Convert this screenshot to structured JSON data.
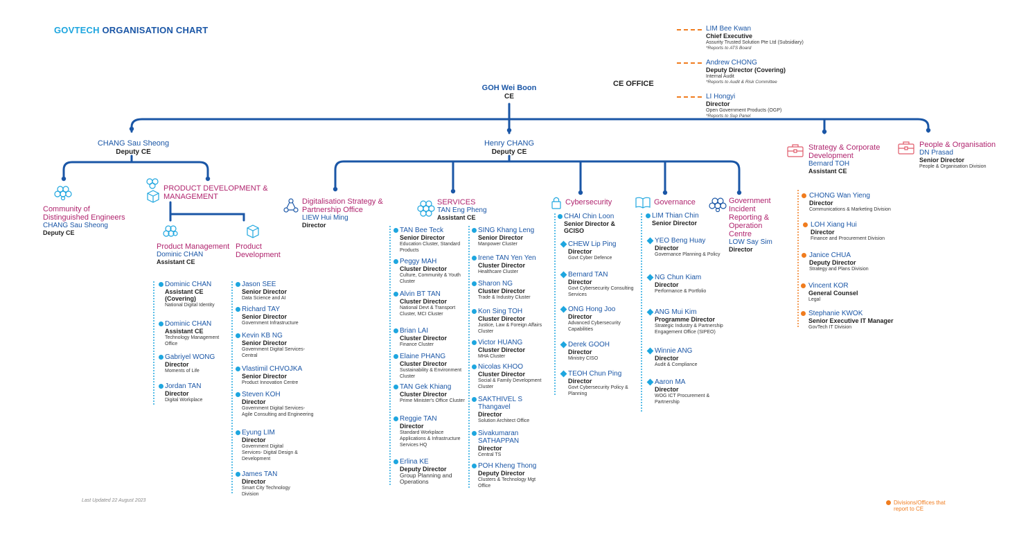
{
  "header": {
    "title_prefix": "GOVTECH",
    "title_main": "ORGANISATION CHART",
    "last_updated": "Last Updated  22 August 2023"
  },
  "colors": {
    "blue": "#1a56a6",
    "accent": "#1ea6df",
    "purple": "#b0246e",
    "orange": "#f07c1e",
    "line": "#1a56a6"
  },
  "ce": {
    "name": "GOH Wei Boon",
    "role": "CE",
    "office_label": "CE OFFICE"
  },
  "ce_office": [
    {
      "name": "LIM Bee Kwan",
      "role": "Chief Executive",
      "desc": "Assurity Trusted Solution Pte Ltd (Subsidiary)",
      "note": "*Reports to ATS Board"
    },
    {
      "name": "Andrew CHONG",
      "role": "Deputy Director (Covering)",
      "desc": "Internal Audit",
      "note": "*Reports to Audit & Risk Committee"
    },
    {
      "name": "LI Hongyi",
      "role": "Director",
      "desc": "Open Government Products (OGP)",
      "note": "*Reports to Sup Panel"
    }
  ],
  "deputy1": {
    "name": "CHANG Sau Sheong",
    "role": "Deputy CE"
  },
  "deputy2": {
    "name": "Henry CHANG",
    "role": "Deputy CE"
  },
  "cde": {
    "title": "Community of Distinguished Engineers",
    "name": "CHANG Sau Sheong",
    "role": "Deputy CE"
  },
  "pdm": {
    "title": "PRODUCT DEVELOPMENT & MANAGEMENT"
  },
  "pm": {
    "title": "Product Management",
    "name": "Dominic CHAN",
    "role": "Assistant CE",
    "members": [
      {
        "name": "Dominic CHAN",
        "role": "Assistant CE (Covering)",
        "desc": "National Digital Identity"
      },
      {
        "name": "Dominic CHAN",
        "role": "Assistant CE",
        "desc": "Technology Management Office"
      },
      {
        "name": "Gabriyel WONG",
        "role": "Director",
        "desc": "Moments of Life"
      },
      {
        "name": "Jordan TAN",
        "role": "Director",
        "desc": "Digital Workplace"
      }
    ]
  },
  "pd": {
    "title": "Product Development",
    "members": [
      {
        "name": "Jason SEE",
        "role": "Senior Director",
        "desc": "Data Science and AI"
      },
      {
        "name": "Richard TAY",
        "role": "Senior Director",
        "desc": "Government Infrastructure"
      },
      {
        "name": "Kevin KB NG",
        "role": "Senior Director",
        "desc": "Government Digital Services-Central"
      },
      {
        "name": "Vlastimil CHVOJKA",
        "role": "Senior Director",
        "desc": "Product Innovation Centre"
      },
      {
        "name": "Steven KOH",
        "role": "Director",
        "desc": "Government Digital Services- Agile Consulting and Engineering"
      },
      {
        "name": "Eyung LIM",
        "role": "Director",
        "desc": "Government Digital Services- Digital Design & Development"
      },
      {
        "name": "James TAN",
        "role": "Director",
        "desc": "Smart City Technology Division"
      }
    ]
  },
  "dspo": {
    "title": "Digitalisation Strategy & Partnership Office",
    "name": "LIEW Hui Ming",
    "role": "Director"
  },
  "services": {
    "title": "SERVICES",
    "name": "TAN Eng Pheng",
    "role": "Assistant CE",
    "col1": [
      {
        "name": "TAN Bee Teck",
        "role": "Senior Director",
        "desc": "Education Cluster, Standard Products"
      },
      {
        "name": "Peggy MAH",
        "role": "Cluster Director",
        "desc": "Culture, Community & Youth Cluster"
      },
      {
        "name": "Alvin BT TAN",
        "role": "Cluster Director",
        "desc": "National Devt & Transport Cluster, MCI Cluster"
      },
      {
        "name": "Brian LAI",
        "role": "Cluster Director",
        "desc": "Finance Cluster"
      },
      {
        "name": "Elaine PHANG",
        "role": "Cluster Director",
        "desc": "Sustainability & Environment Cluster"
      },
      {
        "name": "TAN Gek Khiang",
        "role": "Cluster Director",
        "desc": "Prime Minister's Office Cluster"
      },
      {
        "name": "Reggie TAN",
        "role": "Director",
        "desc": "Standard Workplace Applications & Infrastructure Services HQ"
      },
      {
        "name": "Erlina KE",
        "role": "Deputy Director",
        "desc": "Group Planning and Operations"
      }
    ],
    "col2": [
      {
        "name": "SING Khang Leng",
        "role": "Senior Director",
        "desc": "Manpower Cluster"
      },
      {
        "name": "Irene TAN Yen Yen",
        "role": "Cluster Director",
        "desc": "Healthcare Cluster"
      },
      {
        "name": "Sharon NG",
        "role": "Cluster Director",
        "desc": "Trade & Industry Cluster"
      },
      {
        "name": "Kon Sing TOH",
        "role": "Cluster Director",
        "desc": "Justice, Law & Foreign Affairs Cluster"
      },
      {
        "name": "Victor HUANG",
        "role": "Cluster Director",
        "desc": "MHA Cluster"
      },
      {
        "name": "Nicolas KHOO",
        "role": "Cluster Director",
        "desc": "Social & Family Development Cluster"
      },
      {
        "name": "SAKTHIVEL S Thangavel",
        "role": "Director",
        "desc": "Solution Architect Office"
      },
      {
        "name": "Sivakumaran SATHAPPAN",
        "role": "Director",
        "desc": "Central TS"
      },
      {
        "name": "POH Kheng Thong",
        "role": "Deputy Director",
        "desc": "Clusters & Technology Mgt Office"
      }
    ]
  },
  "cyber": {
    "title": "Cybersecurity",
    "members": [
      {
        "name": "CHAI Chin Loon",
        "role": "Senior Director & GCISO",
        "desc": ""
      },
      {
        "name": "CHEW Lip Ping",
        "role": "Director",
        "desc": "Govt Cyber Defence"
      },
      {
        "name": "Bernard TAN",
        "role": "Director",
        "desc": "Govt Cybersecurity Consulting Services"
      },
      {
        "name": "ONG Hong Joo",
        "role": "Director",
        "desc": "Advanced Cybersecurity Capabilities"
      },
      {
        "name": "Derek GOOH",
        "role": "Director",
        "desc": "Ministry CISO"
      },
      {
        "name": "TEOH Chun Ping",
        "role": "Director",
        "desc": "Govt Cybersecurity Policy & Planning"
      }
    ]
  },
  "gov": {
    "title": "Governance",
    "members": [
      {
        "name": "LIM Thian Chin",
        "role": "Senior Director",
        "desc": ""
      },
      {
        "name": "YEO Beng Huay",
        "role": "Director",
        "desc": "Governance Planning & Policy"
      },
      {
        "name": "NG Chun Kiam",
        "role": "Director",
        "desc": "Performance & Portfolio"
      },
      {
        "name": "ANG Mui Kim",
        "role": "Programme Director",
        "desc": "Strategic Industry & Partnership Engagement Office (SIPEO)"
      },
      {
        "name": "Winnie ANG",
        "role": "Director",
        "desc": "Audit & Compliance"
      },
      {
        "name": "Aaron MA",
        "role": "Director",
        "desc": "WOG ICT Procurement & Partnership"
      }
    ]
  },
  "girc": {
    "title": "Government Incident Reporting & Operation Centre",
    "name": "LOW Say Sim",
    "role": "Director"
  },
  "scd": {
    "title": "Strategy & Corporate Development",
    "name": "Bernard TOH",
    "role": "Assistant CE",
    "members": [
      {
        "name": "CHONG Wan Yieng",
        "role": "Director",
        "desc": "Communications & Marketing Division"
      },
      {
        "name": "LOH Xiang Hui",
        "role": "Director",
        "desc": "Finance and Procurement Division"
      },
      {
        "name": "Janice CHUA",
        "role": "Deputy Director",
        "desc": "Strategy and Plans Division"
      },
      {
        "name": "Vincent KOR",
        "role": "General Counsel",
        "desc": "Legal"
      },
      {
        "name": "Stephanie KWOK",
        "role": "Senior Executive IT Manager",
        "desc": "GovTech IT Division"
      }
    ]
  },
  "po": {
    "title": "People & Organisation",
    "name": "DN Prasad",
    "role": "Senior Director",
    "desc": "People & Organisation Division"
  },
  "legend": {
    "label": "Divisions/Offices that report to CE"
  }
}
